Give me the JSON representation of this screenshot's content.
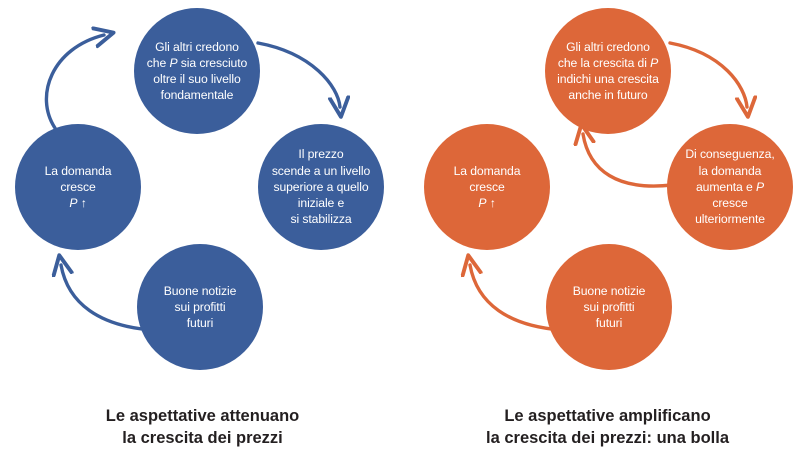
{
  "colors": {
    "blue": "#3B5E9B",
    "orange": "#DD6739",
    "caption_text": "#231f20",
    "node_text": "#ffffff",
    "background": "#ffffff"
  },
  "diagrams": [
    {
      "id": "left",
      "accent": "#3B5E9B",
      "caption": {
        "line1": "Le aspettative attenuano",
        "line2": "la crescita dei prezzi"
      },
      "nodes": {
        "top": {
          "name": "others-believe-node",
          "lines": [
            "Gli altri credono",
            "che P sia cresciuto",
            "oltre il suo livello",
            "fondamentale"
          ],
          "italic_tokens": [
            "P"
          ]
        },
        "right": {
          "name": "price-falls-node",
          "lines": [
            "Il prezzo",
            "scende a un livello",
            "superiore a quello",
            "iniziale e",
            "si stabilizza"
          ],
          "italic_tokens": []
        },
        "bottom": {
          "name": "good-news-node",
          "lines": [
            "Buone notizie",
            "sui profitti",
            "futuri"
          ],
          "italic_tokens": []
        },
        "left": {
          "name": "demand-grows-node",
          "lines": [
            "La domanda",
            "cresce",
            "P ↑"
          ],
          "italic_tokens": [
            "P"
          ]
        }
      },
      "arrows": [
        {
          "name": "arrow-bottom-to-left",
          "from": "good-news-node",
          "to": "demand-grows-node"
        },
        {
          "name": "arrow-left-to-top",
          "from": "demand-grows-node",
          "to": "others-believe-node"
        },
        {
          "name": "arrow-top-to-right",
          "from": "others-believe-node",
          "to": "price-falls-node"
        }
      ]
    },
    {
      "id": "right",
      "accent": "#DD6739",
      "caption": {
        "line1": "Le aspettative amplificano",
        "line2": "la crescita dei prezzi: una bolla"
      },
      "nodes": {
        "top": {
          "name": "others-believe-node",
          "lines": [
            "Gli altri credono",
            "che la crescita di P",
            "indichi una crescita",
            "anche in futuro"
          ],
          "italic_tokens": [
            "P"
          ]
        },
        "right": {
          "name": "demand-increases-node",
          "lines": [
            "Di conseguenza,",
            "la domanda",
            "aumenta e P",
            "cresce",
            "ulteriormente"
          ],
          "italic_tokens": [
            "P"
          ]
        },
        "bottom": {
          "name": "good-news-node",
          "lines": [
            "Buone notizie",
            "sui profitti",
            "futuri"
          ],
          "italic_tokens": []
        },
        "left": {
          "name": "demand-grows-node",
          "lines": [
            "La domanda",
            "cresce",
            "P ↑"
          ],
          "italic_tokens": [
            "P"
          ]
        }
      },
      "arrows": [
        {
          "name": "arrow-bottom-to-left",
          "from": "good-news-node",
          "to": "demand-grows-node"
        },
        {
          "name": "arrow-right-to-top",
          "from": "demand-increases-node",
          "to": "others-believe-node"
        },
        {
          "name": "arrow-top-to-right",
          "from": "others-believe-node",
          "to": "demand-increases-node"
        }
      ]
    }
  ]
}
